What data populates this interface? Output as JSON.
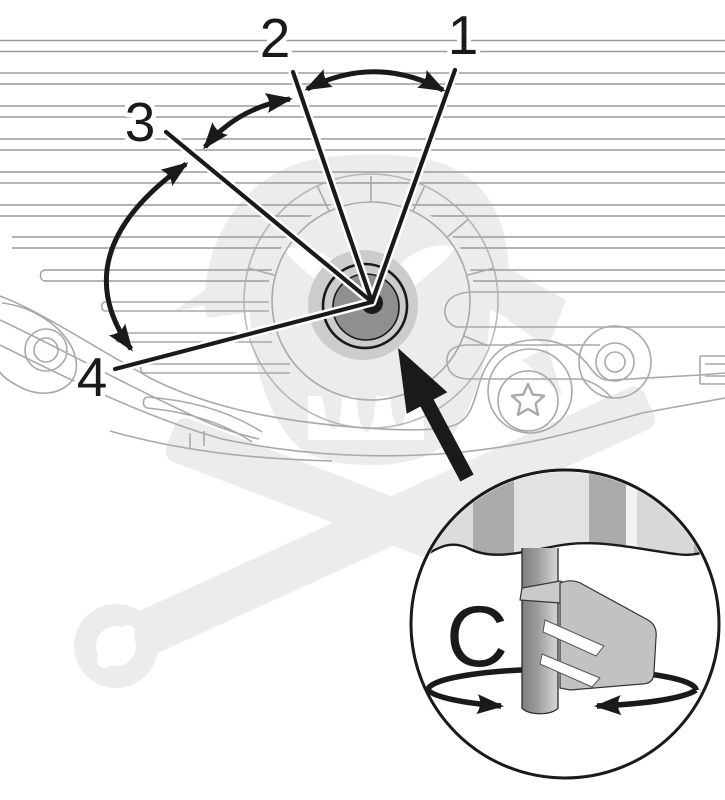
{
  "figure": {
    "kind": "technical-illustration",
    "position_labels": {
      "pos1": "1",
      "pos2": "2",
      "pos3": "3",
      "pos4": "4"
    },
    "inset": {
      "label": "C"
    },
    "colors": {
      "annotation_black": "#1a1a1a",
      "line_art_gray": "#a9a9a9",
      "fin_line_gray": "#9b9b9b",
      "watermark_gray": "#ececec",
      "hub_ring_gray": "#cccccc",
      "hub_plug_gray": "#8f8f8f",
      "band_dark_stripe": "#ababab",
      "band_light_stripe": "#dcdcdc"
    }
  }
}
